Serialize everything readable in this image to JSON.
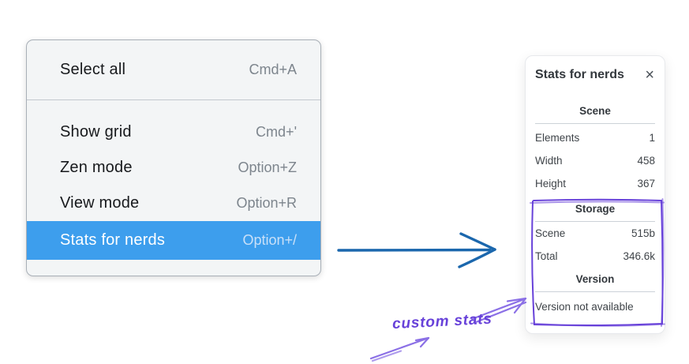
{
  "menu": {
    "highlight_color": "#3d9eed",
    "sections": [
      {
        "items": [
          {
            "label": "Select all",
            "shortcut": "Cmd+A"
          }
        ]
      },
      {
        "items": [
          {
            "label": "Show grid",
            "shortcut": "Cmd+'"
          },
          {
            "label": "Zen mode",
            "shortcut": "Option+Z"
          },
          {
            "label": "View mode",
            "shortcut": "Option+R"
          },
          {
            "label": "Stats for nerds",
            "shortcut": "Option+/"
          }
        ]
      }
    ]
  },
  "arrow": {
    "color": "#1b67ad"
  },
  "stats_panel": {
    "title": "Stats for nerds",
    "close_glyph": "×",
    "sections": [
      {
        "header": "Scene",
        "rows": [
          {
            "label": "Elements",
            "value": "1"
          },
          {
            "label": "Width",
            "value": "458"
          },
          {
            "label": "Height",
            "value": "367"
          }
        ]
      },
      {
        "header": "Storage",
        "rows": [
          {
            "label": "Scene",
            "value": "515b"
          },
          {
            "label": "Total",
            "value": "346.6k"
          }
        ]
      },
      {
        "header": "Version",
        "note": "Version not available"
      }
    ]
  },
  "annotation": {
    "label": "custom stats",
    "color": "#6741d9"
  }
}
